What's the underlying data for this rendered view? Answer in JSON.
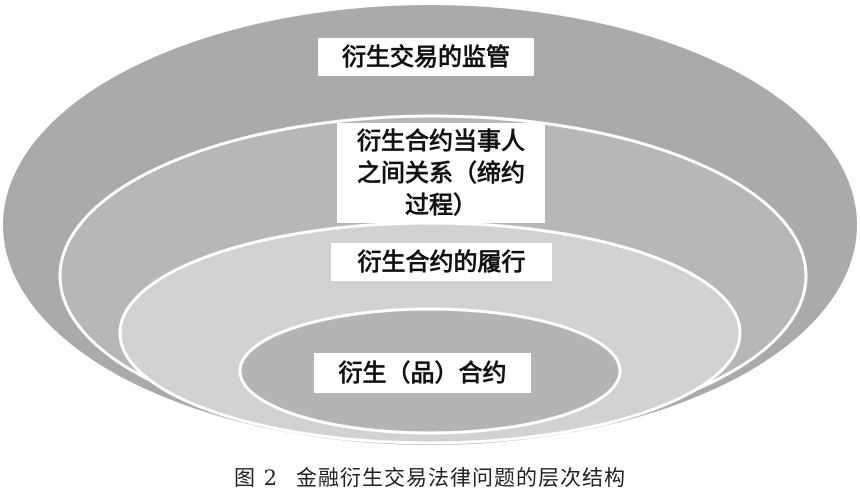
{
  "layers": [
    {
      "label_lines": [
        "衍生交易的监管"
      ]
    },
    {
      "label_lines": [
        "衍生合约当事人",
        "之间关系（缔约",
        "过程）"
      ]
    },
    {
      "label_lines": [
        "衍生合约的履行"
      ]
    },
    {
      "label_lines": [
        "衍生（品）合约"
      ]
    }
  ],
  "colors": {
    "outer": "#aaaaaa",
    "second": "#b7b7b7",
    "third": "#d2d2d2",
    "inner": "#b4b4b4",
    "separator": "#ffffff"
  },
  "caption": {
    "figure_number": "图 2",
    "title": "金融衍生交易法律问题的层次结构"
  }
}
